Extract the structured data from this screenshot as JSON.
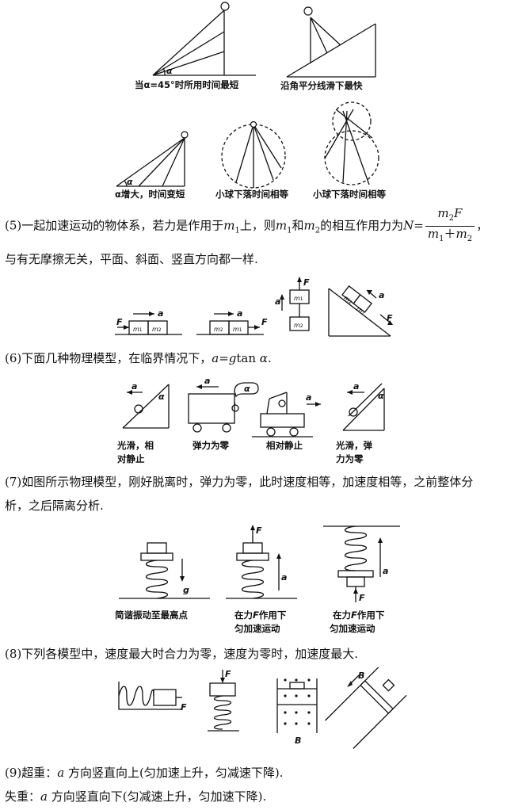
{
  "captions": {
    "c1": "当α=45°时所用时间最短",
    "c2": "沿角平分线滑下最快",
    "c3": "α增大，时间变短",
    "c4": "小球下落时间相等",
    "c5": "小球下落时间相等",
    "c6a": "光滑，相",
    "c6b": "对静止",
    "c7": "弹力为零",
    "c8": "相对静止",
    "c9a": "光滑，弹",
    "c9b": "力为零",
    "c10": "简谐振动至最高点",
    "c11a": "在力",
    "c11b": "F",
    "c11c": "作用下",
    "c11d": "匀加速运动",
    "c12a": "在力",
    "c12b": "F",
    "c12c": "作用下",
    "c12d": "匀加速运动"
  },
  "labels": {
    "alpha": "α",
    "a": "a",
    "F": "F",
    "g": "g",
    "B": "B",
    "m": "m",
    "one": "1",
    "two": "2"
  },
  "p5": {
    "t1": "(5)一起加速运动的物体系，若力是作用于",
    "m1": "m",
    "s1": "1",
    "t2": "上，则",
    "m2": "m",
    "s2": "1",
    "t3": "和",
    "m3": "m",
    "s3": "2",
    "t4": "的相互作用力为",
    "N": "N",
    "eq": "=",
    "num_m": "m",
    "num_s": "2",
    "num_F": "F",
    "den_m1": "m",
    "den_s1": "1",
    "den_plus": "＋",
    "den_m2": "m",
    "den_s2": "2",
    "comma": "，",
    "line2": "与有无摩擦无关，平面、斜面、竖直方向都一样."
  },
  "p6": {
    "t1": "(6)下面几种物理模型，在临界情况下，",
    "a": "a",
    "t2": "=",
    "g": "g",
    "t3": "tan ",
    "alpha": "α",
    "t4": "."
  },
  "p7": {
    "line1": "(7)如图所示物理模型，刚好脱离时，弹力为零，此时速度相等，加速度相等，之前整体分",
    "line2": "析，之后隔离分析."
  },
  "p8": {
    "line1": "(8)下列各模型中，速度最大时合力为零，速度为零时，加速度最大."
  },
  "p9": {
    "t1": "(9)超重：",
    "a1": "a",
    "t2": " 方向竖直向上(匀加速上升，匀减速下降).",
    "t3": "失重：",
    "a2": "a",
    "t4": " 方向竖直向下(匀减速上升，匀加速下降)."
  }
}
